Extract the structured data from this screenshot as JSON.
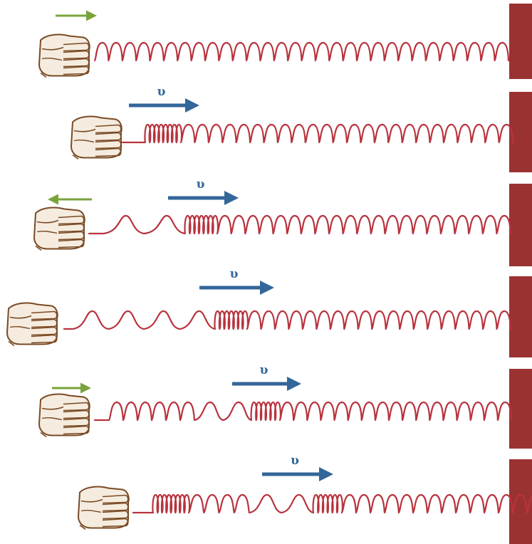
{
  "colors": {
    "spring": "#b8333e",
    "wall": "#9b3232",
    "wave_arrow": "#336699",
    "push_arrow": "#7aa33b",
    "hand_outline": "#7a4a24",
    "hand_fill": "#f5ecdf"
  },
  "rows": [
    {
      "push_arrow": "right",
      "velocity_label": null
    },
    {
      "push_arrow": null,
      "velocity_label": "υ"
    },
    {
      "push_arrow": "left",
      "velocity_label": "υ"
    },
    {
      "push_arrow": null,
      "velocity_label": "υ"
    },
    {
      "push_arrow": "right",
      "velocity_label": "υ"
    },
    {
      "push_arrow": null,
      "velocity_label": "υ"
    }
  ]
}
